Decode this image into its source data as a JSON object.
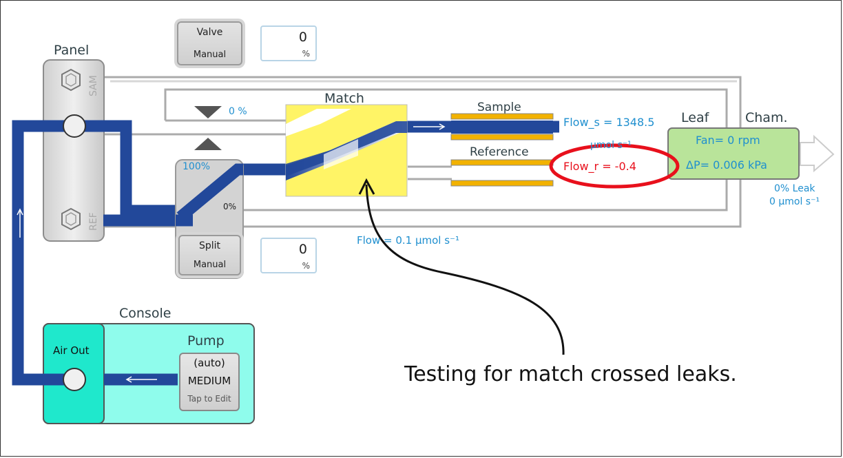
{
  "panel": {
    "title": "Panel",
    "sam_label": "SAM",
    "ref_label": "REF"
  },
  "valve": {
    "title": "Valve",
    "mode": "Manual",
    "value": "0",
    "unit": "%",
    "pct_label": "0 %"
  },
  "split": {
    "title": "Split",
    "mode": "Manual",
    "value": "0",
    "unit": "%",
    "top_pct": "100%",
    "bottom_pct": "0%"
  },
  "match": {
    "title": "Match"
  },
  "sample": {
    "title": "Sample",
    "flow": "Flow_s = 1348.5",
    "flow_unit": "µmol s⁻¹"
  },
  "reference": {
    "title": "Reference",
    "flow": "Flow_r = -0.4"
  },
  "leaf": {
    "title": "Leaf",
    "fan": "Fan= 0 rpm",
    "dp": "ΔP= 0.006 kPa"
  },
  "chamber": {
    "title": "Cham.",
    "leak_pct": "0% Leak",
    "leak_flow": "0 µmol s⁻¹"
  },
  "bypass_flow": "Flow = 0.1 µmol s⁻¹",
  "console": {
    "title": "Console",
    "air_out": "Air Out"
  },
  "pump": {
    "title": "Pump",
    "mode": "(auto)",
    "level": "MEDIUM",
    "edit": "Tap to Edit"
  },
  "annotation": {
    "text": "Testing for match crossed leaks."
  },
  "colors": {
    "tube": "#22489a",
    "match": "#fff466",
    "leaf": "#b9e49a",
    "console": "#8ffcec",
    "air_out": "#1fe8cc",
    "highlight": "#e8101c"
  }
}
